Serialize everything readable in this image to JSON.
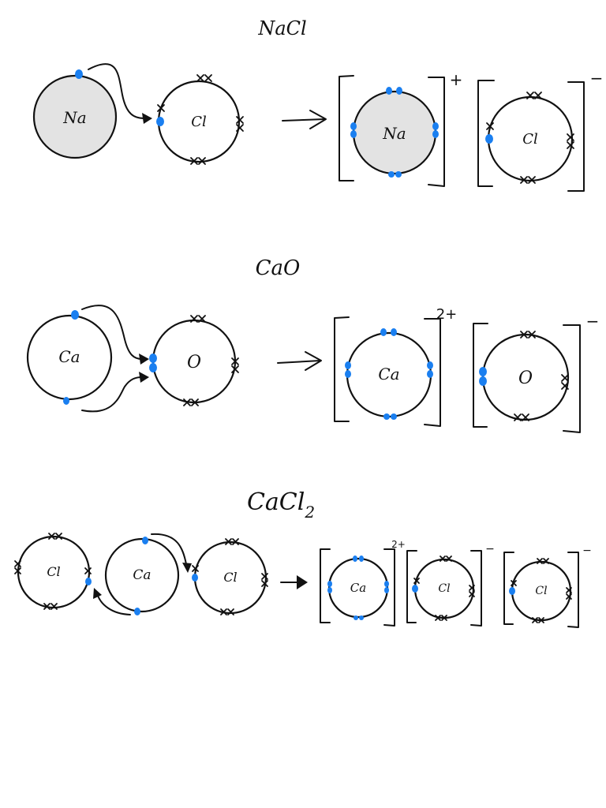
{
  "titles": {
    "nacl": "NaCl",
    "cao": "CaO",
    "cacl2_main": "CaCl",
    "cacl2_sub": "2"
  },
  "atoms": {
    "na": "Na",
    "cl": "Cl",
    "ca": "Ca",
    "o": "O"
  },
  "charges": {
    "plus": "+",
    "minus": "−",
    "two_plus": "2+"
  },
  "colors": {
    "electron_transferred": "#1a7ff0",
    "electron_own": "#111111",
    "metal_fill": "#e3e3e3"
  }
}
